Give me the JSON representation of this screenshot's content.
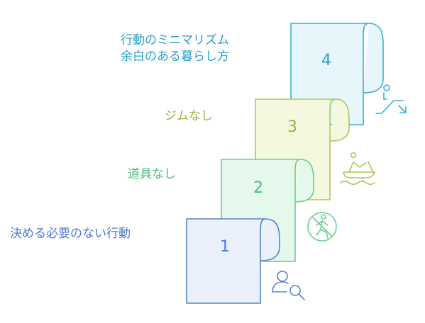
{
  "steps": [
    {
      "number": "1",
      "label": "決める必要のない行動",
      "icon": "person-search-icon",
      "colors": {
        "stroke": "#5a82cc",
        "fill": "#eaf1fc",
        "text": "#4a7ad0"
      }
    },
    {
      "number": "2",
      "label": "道具なし",
      "icon": "no-tools-icon",
      "colors": {
        "stroke": "#6ccf8e",
        "fill": "#e4f8ec",
        "text": "#4cbb76"
      }
    },
    {
      "number": "3",
      "label": "ジムなし",
      "icon": "boat-rowing-icon",
      "colors": {
        "stroke": "#a9c85a",
        "fill": "#f4f8df",
        "text": "#97b63c"
      }
    },
    {
      "number": "4",
      "label": "行動のミニマリズム\n余白のある暮らし方",
      "icon": "escalator-down-icon",
      "colors": {
        "stroke": "#3aafd0",
        "fill": "#e6f6fb",
        "text": "#2aa0c8"
      }
    }
  ]
}
